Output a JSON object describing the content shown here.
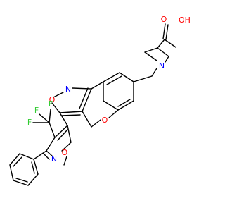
{
  "colors": {
    "bond": "#000000",
    "oxygen": "#ff0000",
    "nitrogen": "#0000ff",
    "fluorine": "#33cc33"
  },
  "labels": {
    "acid_o": "O",
    "acid_oh": "OH",
    "azetidine_n": "N",
    "pyran_o": "O",
    "isoxazole1_n": "N",
    "isoxazole1_o": "O",
    "isoxazole2_o": "O",
    "isoxazole2_n": "N",
    "f1": "F",
    "f2": "F",
    "f3": "F"
  }
}
